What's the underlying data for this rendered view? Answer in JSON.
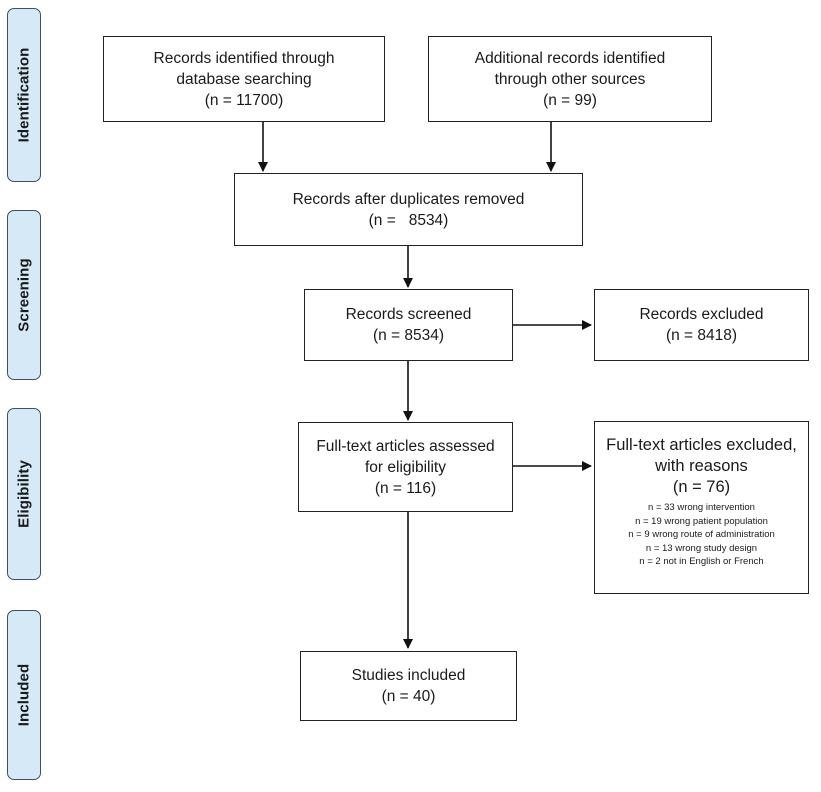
{
  "stages": {
    "identification": "Identification",
    "screening": "Screening",
    "eligibility": "Eligibility",
    "included": "Included"
  },
  "boxes": {
    "database": {
      "line1": "Records identified through",
      "line2": "database searching",
      "count": "(n = 11700)"
    },
    "other_sources": {
      "line1": "Additional records identified",
      "line2": "through other sources",
      "count": "(n = 99)"
    },
    "duplicates_removed": {
      "line1": "Records after duplicates removed",
      "count": "(n =   8534)"
    },
    "screened": {
      "line1": "Records screened",
      "count": "(n = 8534)"
    },
    "excluded": {
      "line1": "Records excluded",
      "count": "(n = 8418)"
    },
    "fulltext_assessed": {
      "line1": "Full-text articles assessed",
      "line2": "for eligibility",
      "count": "(n = 116)"
    },
    "fulltext_excluded": {
      "line1": "Full-text articles excluded,",
      "line2": "with reasons",
      "count": "(n = 76)",
      "reasons": [
        "n = 33 wrong intervention",
        "n = 19 wrong patient population",
        "n = 9 wrong route of administration",
        "n = 13 wrong study design",
        "n = 2 not in English or French"
      ]
    },
    "included": {
      "line1": "Studies included",
      "count": "(n = 40)"
    }
  }
}
